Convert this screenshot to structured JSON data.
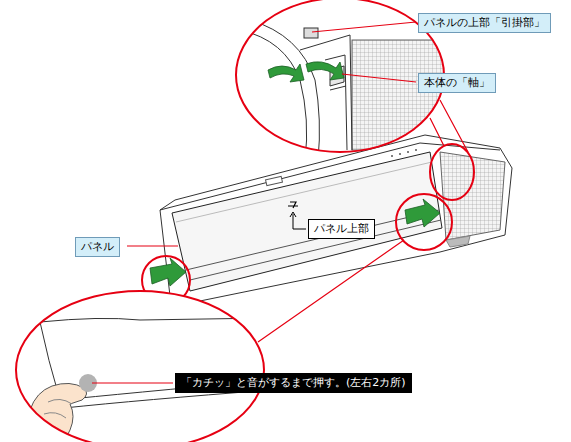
{
  "diagram": {
    "nodes": [
      {
        "text": [
          "パネルの上部「引掛部」"
        ]
      },
      {
        "text": [
          "本体の「軸」"
        ]
      },
      {
        "text": [
          "パネル上部"
        ]
      },
      {
        "text": [
          "パネル"
        ]
      },
      {
        "text": [
          "「カチッ」と音がするまで押す。(左右2カ所)"
        ]
      }
    ]
  }
}
